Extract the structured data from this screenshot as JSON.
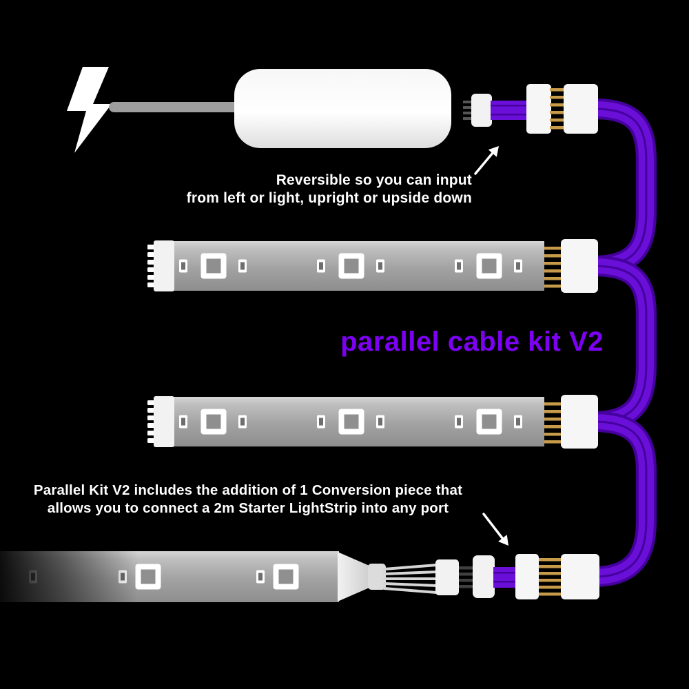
{
  "colors": {
    "bg": "#000000",
    "cable": "#6a0fd8",
    "cableDark": "#45009e",
    "titlePurple": "#7d00f5",
    "gold": "#c89b4a"
  },
  "title": "parallel cable kit V2",
  "annotations": {
    "reversible": {
      "line1": "Reversible so you can input",
      "line2": "from left or light, upright or upside down"
    },
    "conversion": {
      "line1": "Parallel Kit V2 includes the addition of 1 Conversion piece that",
      "line2": "allows you to connect a 2m Starter LightStrip into any port"
    }
  },
  "icons": {
    "lightning": "lightning-bolt",
    "arrow_top": "arrow-up-right",
    "arrow_bottom": "arrow-down-right"
  }
}
